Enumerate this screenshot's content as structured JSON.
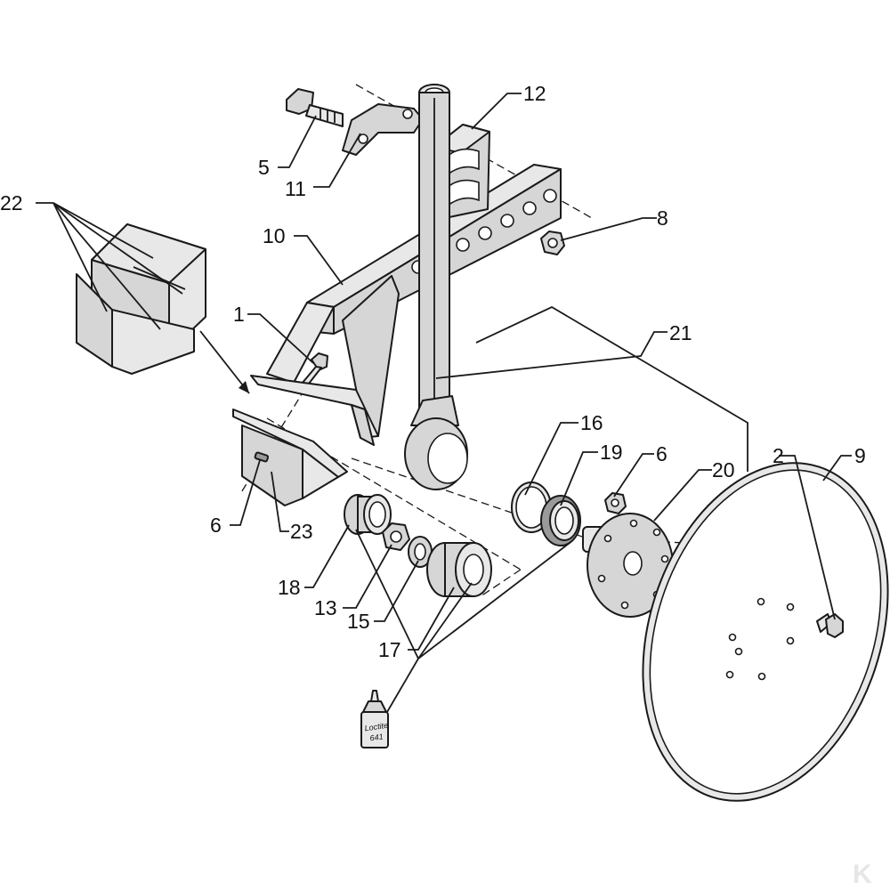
{
  "callouts": {
    "c1": "1",
    "c2": "2",
    "c5": "5",
    "c6a": "6",
    "c6b": "6",
    "c8": "8",
    "c9": "9",
    "c10": "10",
    "c11": "11",
    "c12": "12",
    "c13": "13",
    "c15": "15",
    "c16": "16",
    "c17": "17",
    "c18": "18",
    "c19": "19",
    "c20": "20",
    "c21": "21",
    "c22": "22",
    "c23": "23"
  },
  "bottle": {
    "line1": "Loctite",
    "line2": "641"
  },
  "logo": {
    "text": "K"
  },
  "colors": {
    "line": "#1a1a1a",
    "fill": "#d6d6d6"
  }
}
